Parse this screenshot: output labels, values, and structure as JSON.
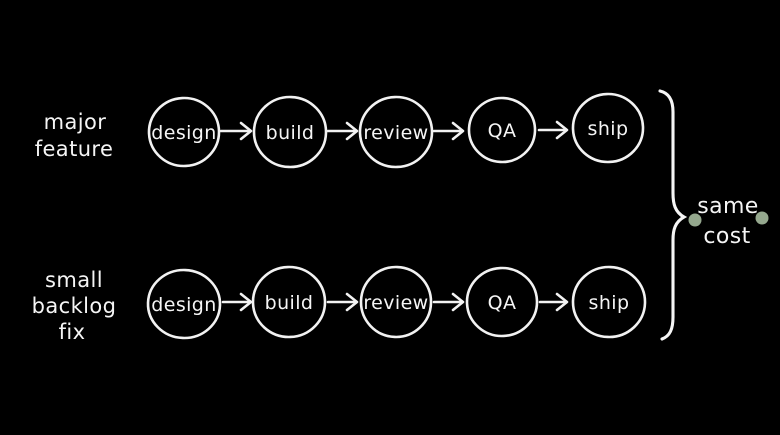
{
  "colors": {
    "background": "#000000",
    "ink": "#f2f2f2",
    "dot_green": "#95a88e"
  },
  "rows": [
    {
      "label_lines": [
        "major",
        "feature"
      ],
      "steps": [
        "design",
        "build",
        "review",
        "QA",
        "ship"
      ]
    },
    {
      "label_lines": [
        "small",
        "backlog",
        "fix"
      ],
      "steps": [
        "design",
        "build",
        "review",
        "QA",
        "ship"
      ]
    }
  ],
  "annotation": {
    "lines": [
      "same",
      "cost"
    ]
  }
}
